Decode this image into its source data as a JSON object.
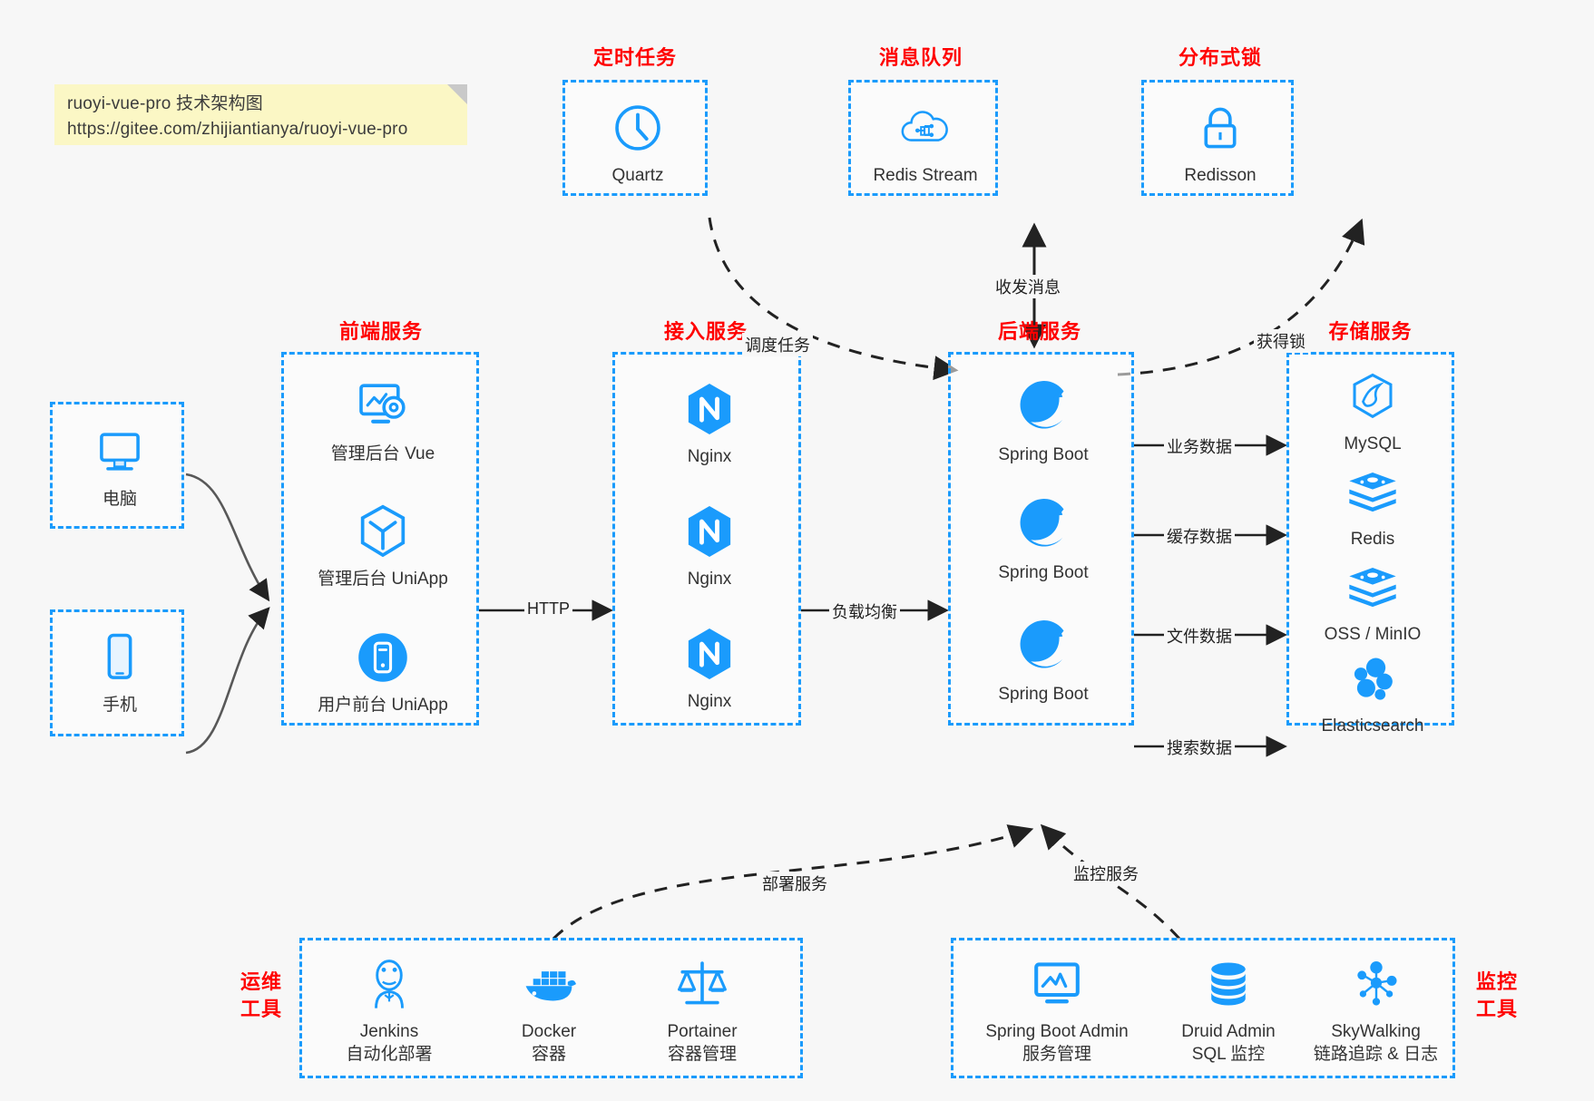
{
  "note": {
    "line1": "ruoyi-vue-pro 技术架构图",
    "line2": "https://gitee.com/zhijiantianya/ruoyi-vue-pro"
  },
  "colors": {
    "box_border": "#1a9bfc",
    "caption": "#ff0000",
    "icon": "#1a9bfc",
    "background": "#f7f7f7",
    "note": "#fbf7c5",
    "edge": "#222222"
  },
  "groups": {
    "scheduler": {
      "caption": "定时任务",
      "nodes": [
        {
          "label": "Quartz",
          "icon": "clock-icon"
        }
      ]
    },
    "message_queue": {
      "caption": "消息队列",
      "nodes": [
        {
          "label": "Redis Stream",
          "icon": "cloud-stream-icon"
        }
      ]
    },
    "distributed_lock": {
      "caption": "分布式锁",
      "nodes": [
        {
          "label": "Redisson",
          "icon": "lock-icon"
        }
      ]
    },
    "clients": {
      "nodes": [
        {
          "label": "电脑",
          "icon": "desktop-icon"
        },
        {
          "label": "手机",
          "icon": "phone-icon"
        }
      ]
    },
    "frontend": {
      "caption": "前端服务",
      "nodes": [
        {
          "label": "管理后台 Vue",
          "icon": "dashboard-gear-icon"
        },
        {
          "label": "管理后台 UniApp",
          "icon": "cube-icon"
        },
        {
          "label": "用户前台 UniApp",
          "icon": "mobile-app-icon"
        }
      ]
    },
    "gateway": {
      "caption": "接入服务",
      "nodes": [
        {
          "label": "Nginx",
          "icon": "nginx-icon"
        },
        {
          "label": "Nginx",
          "icon": "nginx-icon"
        },
        {
          "label": "Nginx",
          "icon": "nginx-icon"
        }
      ]
    },
    "backend": {
      "caption": "后端服务",
      "nodes": [
        {
          "label": "Spring Boot",
          "icon": "spring-boot-icon"
        },
        {
          "label": "Spring Boot",
          "icon": "spring-boot-icon"
        },
        {
          "label": "Spring Boot",
          "icon": "spring-boot-icon"
        }
      ]
    },
    "storage": {
      "caption": "存储服务",
      "nodes": [
        {
          "label": "MySQL",
          "icon": "mysql-icon"
        },
        {
          "label": "Redis",
          "icon": "redis-icon"
        },
        {
          "label": "OSS / MinIO",
          "icon": "redis-icon"
        },
        {
          "label": "Elasticsearch",
          "icon": "elasticsearch-icon"
        }
      ]
    },
    "devops": {
      "caption_line1": "运维",
      "caption_line2": "工具",
      "nodes": [
        {
          "label": "Jenkins",
          "sub": "自动化部署",
          "icon": "jenkins-icon"
        },
        {
          "label": "Docker",
          "sub": "容器",
          "icon": "docker-icon"
        },
        {
          "label": "Portainer",
          "sub": "容器管理",
          "icon": "scales-icon"
        }
      ]
    },
    "monitoring": {
      "caption_line1": "监控",
      "caption_line2": "工具",
      "nodes": [
        {
          "label": "Spring Boot Admin",
          "sub": "服务管理",
          "icon": "monitor-chart-icon"
        },
        {
          "label": "Druid Admin",
          "sub": "SQL 监控",
          "icon": "database-icon"
        },
        {
          "label": "SkyWalking",
          "sub": "链路追踪 & 日志",
          "icon": "skywalking-icon"
        }
      ]
    }
  },
  "edges": {
    "http": "HTTP",
    "load_balance": "负载均衡",
    "schedule_task": "调度任务",
    "send_recv_message": "收发消息",
    "acquire_lock": "获得锁",
    "business_data": "业务数据",
    "cache_data": "缓存数据",
    "file_data": "文件数据",
    "search_data": "搜索数据",
    "deploy_service": "部署服务",
    "monitor_service": "监控服务"
  }
}
